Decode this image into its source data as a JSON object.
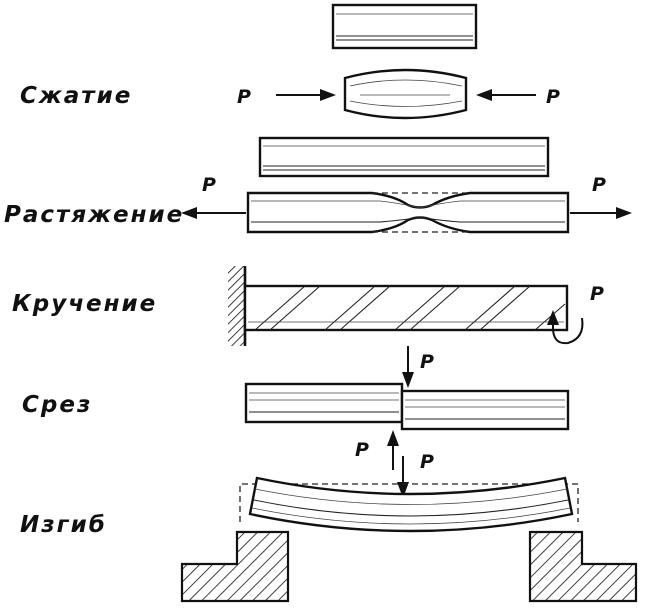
{
  "labels": {
    "compression": "Сжатие",
    "tension": "Растяжение",
    "torsion": "Кручение",
    "shear": "Срез",
    "bending": "Изгиб"
  },
  "force_symbol": "P",
  "colors": {
    "ink": "#111111",
    "background": "#ffffff"
  }
}
